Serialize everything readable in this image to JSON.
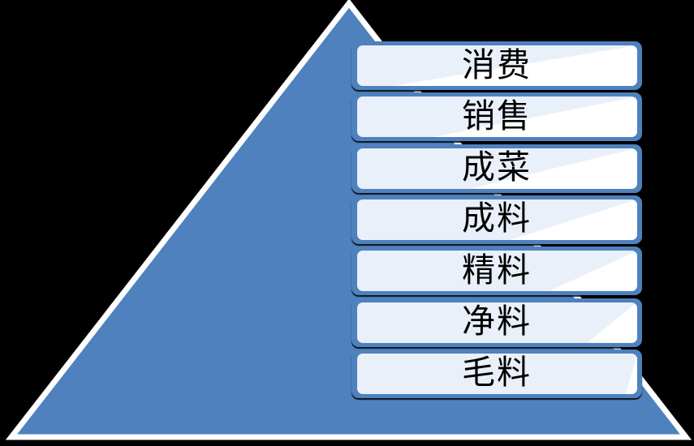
{
  "diagram": {
    "type": "pyramid",
    "title": "",
    "shape_name": "triangle-pyramid",
    "colors": {
      "pyramid_fill": "#4e81bd",
      "pyramid_outline": "#ffffff",
      "bar_frame": "#4e81bd",
      "bar_fill_inside": "#eaf0fa",
      "bar_fill_outside": "#ffffff",
      "label_text": "#000000",
      "background": "#000000"
    },
    "levels": [
      {
        "label": "消费",
        "index": 1,
        "position": "top"
      },
      {
        "label": "销售",
        "index": 2,
        "position": "upper"
      },
      {
        "label": "成菜",
        "index": 3,
        "position": "upper-middle"
      },
      {
        "label": "成料",
        "index": 4,
        "position": "middle"
      },
      {
        "label": "精料",
        "index": 5,
        "position": "lower-middle"
      },
      {
        "label": "净料",
        "index": 6,
        "position": "lower"
      },
      {
        "label": "毛料",
        "index": 7,
        "position": "bottom"
      }
    ]
  }
}
